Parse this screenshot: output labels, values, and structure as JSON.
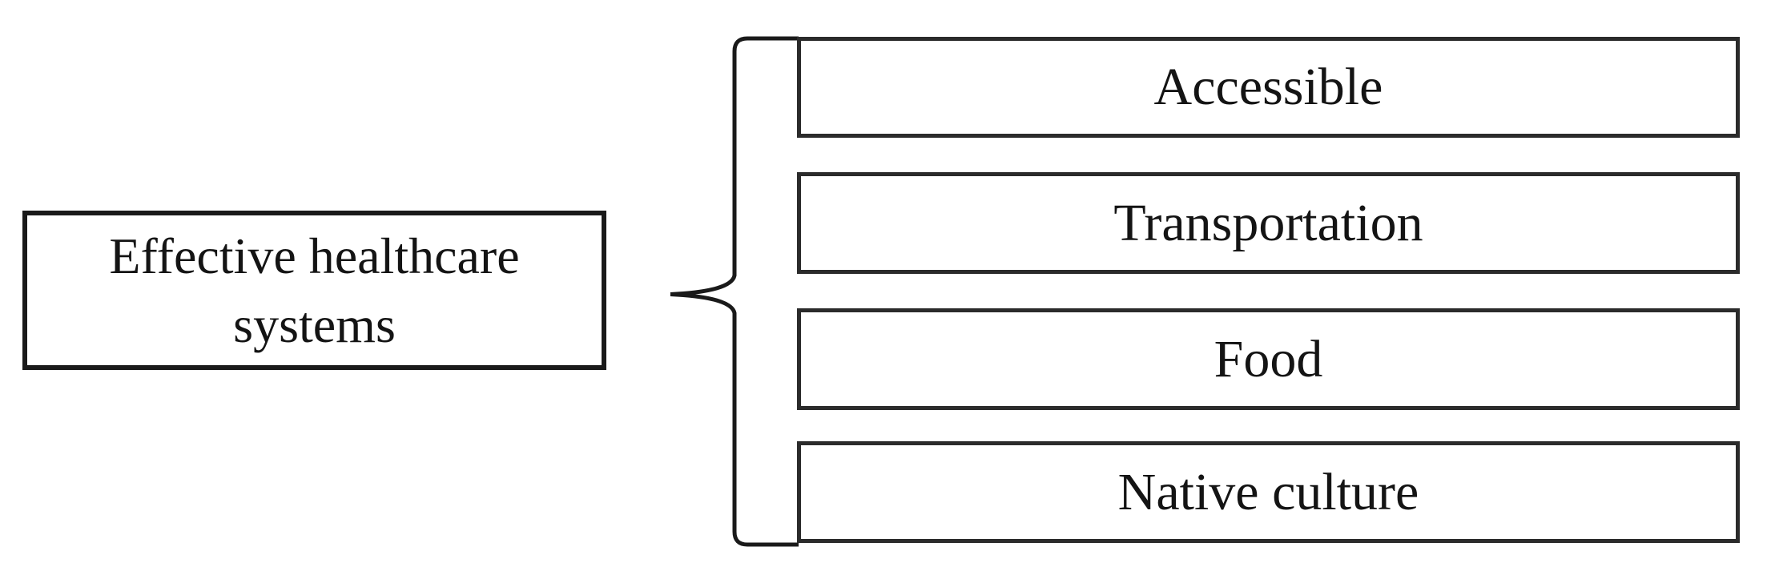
{
  "figure": {
    "type": "diagram",
    "description": "Left source box linked by a left curly brace to four stacked factor boxes",
    "colors": {
      "background": "#ffffff",
      "text": "#141414",
      "source_box_border": "#1a1a1a",
      "item_box_border": "#2b2b2b"
    },
    "source": {
      "label": "Effective healthcare systems",
      "label_line1": "Effective healthcare",
      "label_line2": "systems"
    },
    "connector": {
      "shape": "left-curly-brace"
    },
    "items": [
      {
        "label": "Accessible"
      },
      {
        "label": "Transportation"
      },
      {
        "label": "Food"
      },
      {
        "label": "Native culture"
      }
    ]
  }
}
